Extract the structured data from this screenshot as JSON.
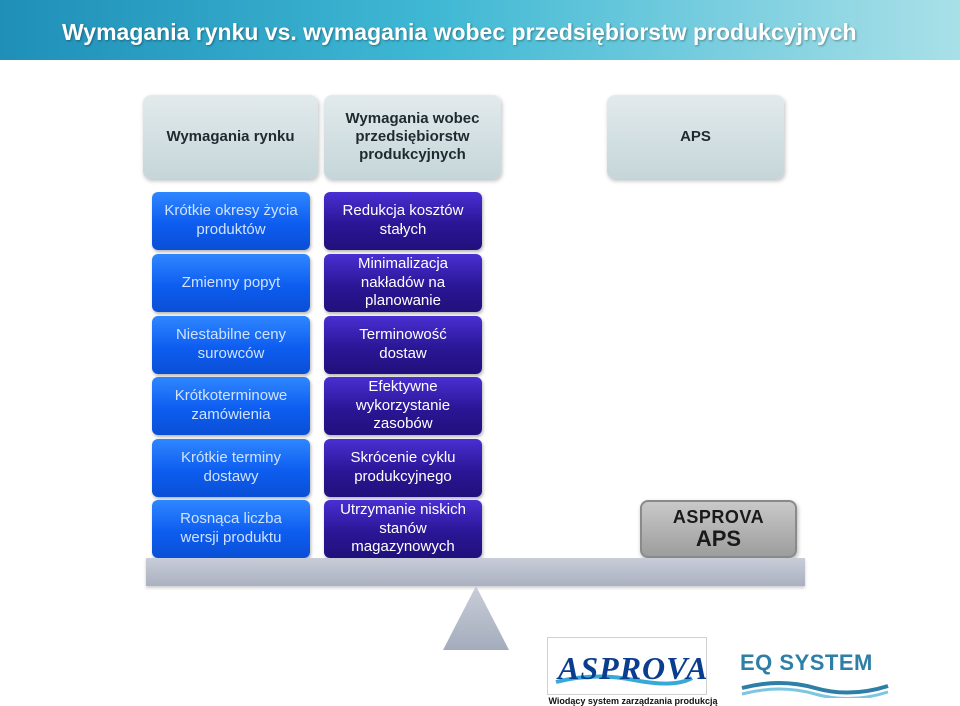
{
  "title": "Wymagania rynku  vs. wymagania wobec przedsiębiorstw produkcyjnych",
  "headers": [
    "Wymagania rynku",
    "Wymagania wobec przedsiębiorstw produkcyjnych",
    "APS"
  ],
  "market_items": [
    "Krótkie okresy życia produktów",
    "Zmienny popyt",
    "Niestabilne ceny surowców",
    "Krótkoterminowe zamówienia",
    "Krótkie terminy dostawy",
    "Rosnąca liczba wersji produktu"
  ],
  "enterprise_items": [
    "Redukcja kosztów stałych",
    "Minimalizacja nakładów na planowanie",
    "Terminowość dostaw",
    "Efektywne wykorzystanie zasobów",
    "Skrócenie cyklu produkcyjnego",
    "Utrzymanie niskich stanów magazynowych"
  ],
  "aps_weight": {
    "line1": "ASPROVA",
    "line2": "APS"
  },
  "logos": {
    "asprova": "ASPROVA",
    "asprova_tagline": "Wiodący system zarządzania produkcją",
    "eq": "EQ SYSTEM"
  },
  "colors": {
    "title_bar": "#1f8fb8",
    "market_blue": "#0d5df0",
    "enterprise_purple": "#2a1696",
    "header_gray": "#c5d6d9"
  }
}
